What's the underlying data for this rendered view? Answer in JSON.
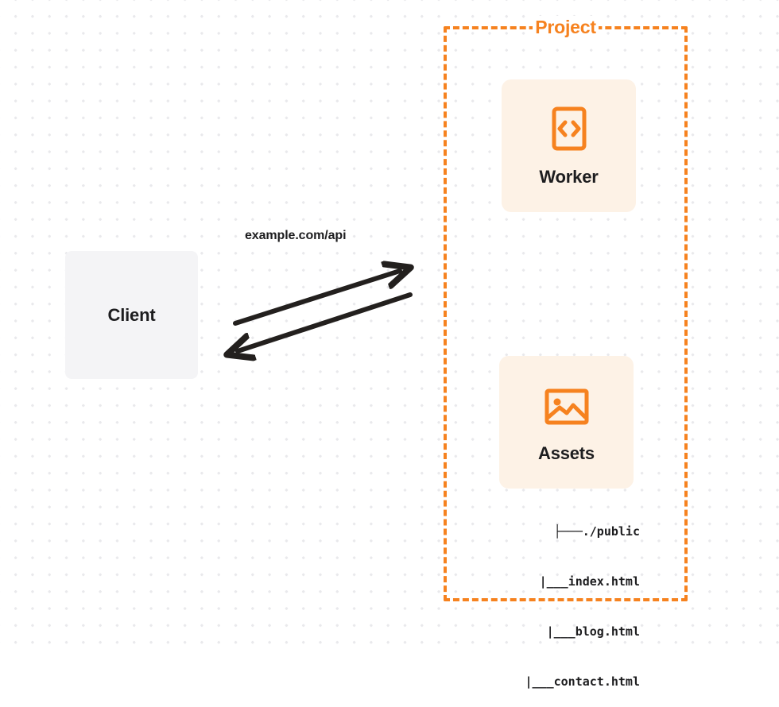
{
  "diagram": {
    "title": "Client to Project Worker and Assets request flow",
    "background": {
      "dot_color": "#e9e9ec",
      "page_color": "#ffffff"
    },
    "colors": {
      "accent_orange": "#f6821f",
      "card_fill": "#fdf2e6",
      "client_fill": "#f4f4f6",
      "text_dark": "#1d1d1f"
    },
    "client": {
      "label": "Client"
    },
    "project": {
      "label": "Project",
      "border_style": "dashed",
      "border_color": "#f6821f"
    },
    "worker": {
      "label": "Worker",
      "icon": "code-brackets-icon"
    },
    "assets": {
      "label": "Assets",
      "icon": "image-picture-icon"
    },
    "connection": {
      "label": "example.com/api",
      "request_arrow": "arrow-right-up-icon",
      "response_arrow": "arrow-left-down-icon"
    },
    "file_tree": {
      "rows": [
        {
          "branch": "├───",
          "name": "./public"
        },
        {
          "branch": "|___",
          "name": "index.html"
        },
        {
          "branch": "|___",
          "name": "blog.html"
        },
        {
          "branch": "|___",
          "name": "contact.html"
        }
      ]
    }
  }
}
